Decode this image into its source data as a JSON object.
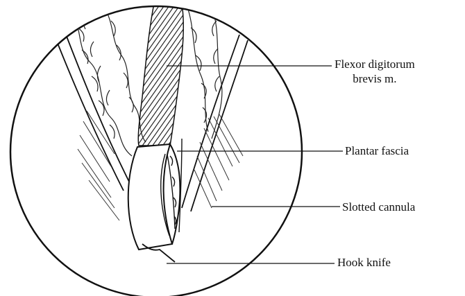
{
  "labels": {
    "flexor_line1": "Flexor digitorum",
    "flexor_line2": "brevis m.",
    "plantar_fascia": "Plantar fascia",
    "slotted_cannula": "Slotted cannula",
    "hook_knife": "Hook knife"
  },
  "colors": {
    "ink": "#111111",
    "background": "#ffffff"
  }
}
